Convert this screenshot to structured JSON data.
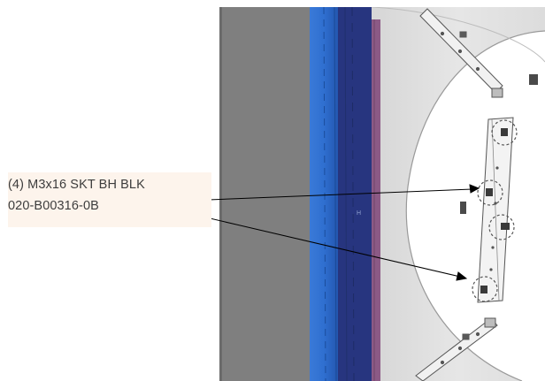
{
  "callout": {
    "quantity_spec": "(4) M3x16 SKT BH BLK",
    "part_number": "020-B00316-0B"
  },
  "colors": {
    "wall_gray": "#7f7f7f",
    "blue_panel": "#2f6fd0",
    "navy_panel": "#27357f",
    "purple_strip": "#8c5a86",
    "ring_light_gray": "#e2e2e2",
    "callout_background": "#fdf4ec",
    "leader_line": "#000000"
  },
  "icons": [
    "fastener-detail-circle"
  ]
}
